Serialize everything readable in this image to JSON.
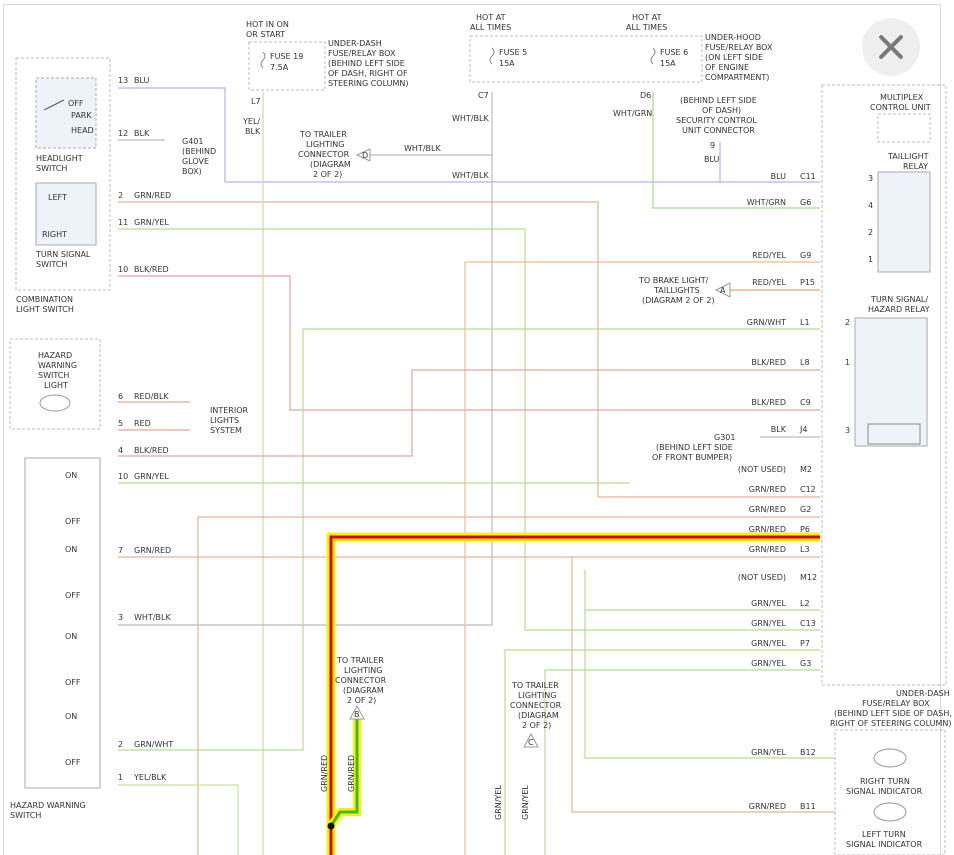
{
  "close_icon": "close-icon",
  "colors": {
    "wire_blu": "#aeb8e6",
    "wire_grn": "#a8d98a",
    "wire_red": "#e2a3a3",
    "wire_orange": "#f0b98f",
    "highlight_red": "#dd0000",
    "highlight_yellow": "#fff200",
    "highlight_green": "#3db830"
  },
  "fuses": [
    {
      "hot": [
        "HOT IN ON",
        "OR START"
      ],
      "name": "FUSE 19",
      "amp": "7.5A",
      "term": "L7",
      "box": [
        "UNDER-DASH",
        "FUSE/RELAY BOX",
        "(BEHIND LEFT SIDE",
        "OF DASH, RIGHT OF",
        "STEERING COLUMN)"
      ]
    },
    {
      "hot": [
        "HOT AT",
        "ALL TIMES"
      ],
      "name": "FUSE 5",
      "amp": "15A",
      "term": "C7"
    },
    {
      "hot": [
        "HOT AT",
        "ALL TIMES"
      ],
      "name": "FUSE 6",
      "amp": "15A",
      "term": "D6",
      "box": [
        "UNDER-HOOD",
        "FUSE/RELAY BOX",
        "(ON LEFT SIDE",
        "OF ENGINE",
        "COMPARTMENT)"
      ]
    }
  ],
  "left_components": {
    "headlight_switch": [
      "HEADLIGHT",
      "SWITCH"
    ],
    "headlight_positions": [
      "OFF",
      "PARK",
      "HEAD"
    ],
    "turn_signal_switch": [
      "TURN SIGNAL",
      "SWITCH"
    ],
    "turn_positions": [
      "LEFT",
      "RIGHT"
    ],
    "combination": [
      "COMBINATION",
      "LIGHT SWITCH"
    ],
    "hazard_light": [
      "HAZARD",
      "WARNING",
      "SWITCH",
      "LIGHT"
    ],
    "interior": [
      "INTERIOR",
      "LIGHTS",
      "SYSTEM"
    ],
    "hazard_switch": [
      "HAZARD WARNING",
      "SWITCH"
    ],
    "hazard_positions": [
      "ON",
      "OFF",
      "ON",
      "OFF",
      "ON",
      "OFF",
      "ON",
      "OFF"
    ],
    "g401": [
      "G401",
      "(BEHIND",
      "GLOVE",
      "BOX)"
    ]
  },
  "left_pins": [
    {
      "pin": "13",
      "color": "BLU"
    },
    {
      "pin": "12",
      "color": "BLK"
    },
    {
      "pin": "2",
      "color": "GRN/RED"
    },
    {
      "pin": "11",
      "color": "GRN/YEL"
    },
    {
      "pin": "10",
      "color": "BLK/RED"
    },
    {
      "pin": "6",
      "color": "RED/BLK"
    },
    {
      "pin": "5",
      "color": "RED"
    },
    {
      "pin": "4",
      "color": "BLK/RED"
    },
    {
      "pin": "10",
      "color": "GRN/YEL"
    },
    {
      "pin": "7",
      "color": "GRN/RED"
    },
    {
      "pin": "3",
      "color": "WHT/BLK"
    },
    {
      "pin": "2",
      "color": "GRN/WHT"
    },
    {
      "pin": "1",
      "color": "YEL/BLK"
    }
  ],
  "mid_labels": {
    "yel_blk": [
      "YEL/",
      "BLK"
    ],
    "wht_blk": "WHT/BLK",
    "wht_grn": "WHT/GRN",
    "trailer_d": [
      "TO TRAILER",
      "LIGHTING",
      "CONNECTOR",
      "(DIAGRAM",
      "2 OF 2)"
    ],
    "security": [
      "(BEHIND LEFT SIDE",
      "OF DASH)",
      "SECURITY CONTROL",
      "UNIT CONNECTOR"
    ],
    "sec_pin": "9",
    "sec_wire": "BLU",
    "brake": [
      "TO BRAKE LIGHT/",
      "TAILLIGHTS",
      "(DIAGRAM 2 OF 2)"
    ],
    "g301": [
      "G301",
      "(BEHIND LEFT SIDE",
      "OF FRONT BUMPER)"
    ],
    "trailer_b": [
      "TO TRAILER",
      "LIGHTING",
      "CONNECTOR",
      "(DIAGRAM",
      "2 OF 2)"
    ],
    "trailer_c": [
      "TO TRAILER",
      "LIGHTING",
      "CONNECTOR",
      "(DIAGRAM",
      "2 OF 2)"
    ],
    "bottom_wires": [
      "GRN/RED",
      "GRN/RED",
      "GRN/YEL",
      "GRN/YEL"
    ],
    "d": "D",
    "a": "A",
    "b": "B",
    "c": "C"
  },
  "right_pins": [
    {
      "label": "BLU",
      "pin": "C11"
    },
    {
      "label": "WHT/GRN",
      "pin": "G6"
    },
    {
      "label": "RED/YEL",
      "pin": "G9"
    },
    {
      "label": "RED/YEL",
      "pin": "P15"
    },
    {
      "label": "GRN/WHT",
      "pin": "L1"
    },
    {
      "label": "BLK/RED",
      "pin": "L8"
    },
    {
      "label": "BLK/RED",
      "pin": "C9"
    },
    {
      "label": "BLK",
      "pin": "J4"
    },
    {
      "label": "(NOT USED)",
      "pin": "M2"
    },
    {
      "label": "GRN/RED",
      "pin": "C12"
    },
    {
      "label": "GRN/RED",
      "pin": "G2"
    },
    {
      "label": "GRN/RED",
      "pin": "P6"
    },
    {
      "label": "GRN/RED",
      "pin": "L3"
    },
    {
      "label": "(NOT USED)",
      "pin": "M12"
    },
    {
      "label": "GRN/YEL",
      "pin": "L2"
    },
    {
      "label": "GRN/YEL",
      "pin": "C13"
    },
    {
      "label": "GRN/YEL",
      "pin": "P7"
    },
    {
      "label": "GRN/YEL",
      "pin": "G3"
    },
    {
      "label": "GRN/YEL",
      "pin": "B12"
    },
    {
      "label": "GRN/RED",
      "pin": "B11"
    }
  ],
  "right_components": {
    "mcu": [
      "MULTIPLEX",
      "CONTROL UNIT"
    ],
    "taillight_relay": [
      "TAILLIGHT",
      "RELAY"
    ],
    "relay_pins": [
      "3",
      "4",
      "2",
      "1"
    ],
    "turn_relay": [
      "TURN SIGNAL/",
      "HAZARD RELAY"
    ],
    "turn_relay_pins": [
      "2",
      "1",
      "3"
    ],
    "underdash": [
      "UNDER-DASH",
      "FUSE/RELAY BOX",
      "(BEHIND LEFT SIDE OF DASH,",
      "RIGHT OF STEERING COLUMN)"
    ],
    "right_ind": [
      "RIGHT TURN",
      "SIGNAL INDICATOR"
    ],
    "left_ind": [
      "LEFT TURN",
      "SIGNAL INDICATOR"
    ]
  }
}
